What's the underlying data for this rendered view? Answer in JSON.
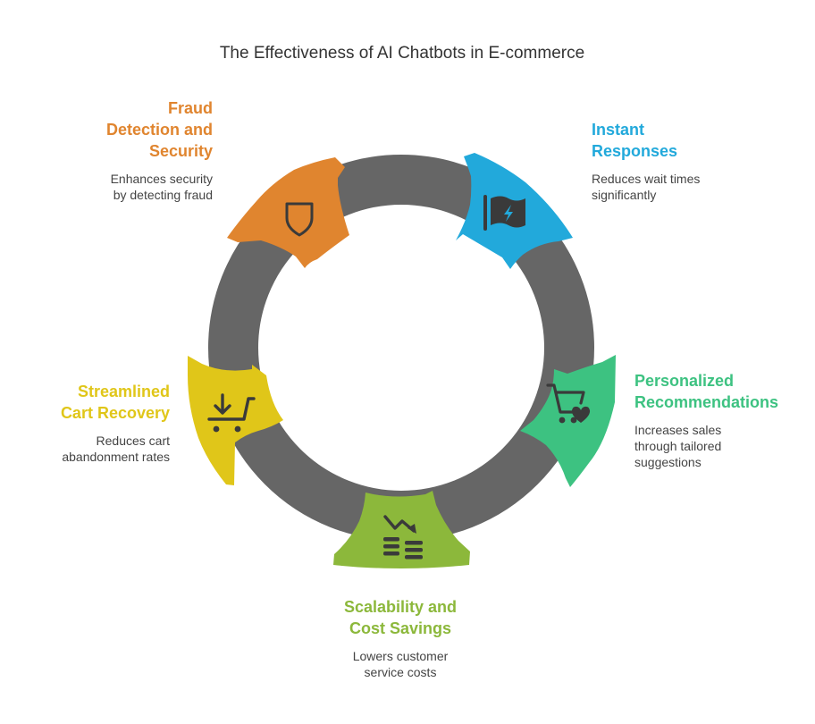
{
  "title": "The Effectiveness of AI Chatbots in E-commerce",
  "colors": {
    "ring": "#666666",
    "fraud": "#E0852F",
    "instant": "#22A9DB",
    "personalized": "#3DC281",
    "scalability": "#8CB83B",
    "cart": "#E0C619",
    "icon": "#3a3a3a"
  },
  "stages": [
    {
      "id": "fraud",
      "heading": [
        "Fraud",
        "Detection and",
        "Security"
      ],
      "description": [
        "Enhances security",
        "by detecting fraud"
      ],
      "icon": "shield-check-icon"
    },
    {
      "id": "instant",
      "heading": [
        "Instant",
        "Responses"
      ],
      "description": [
        "Reduces wait times",
        "significantly"
      ],
      "icon": "flag-bolt-icon"
    },
    {
      "id": "personalized",
      "heading": [
        "Personalized",
        "Recommendations"
      ],
      "description": [
        "Increases sales",
        "through tailored",
        "suggestions"
      ],
      "icon": "cart-heart-icon"
    },
    {
      "id": "scalability",
      "heading": [
        "Scalability and",
        "Cost Savings"
      ],
      "description": [
        "Lowers customer",
        "service costs"
      ],
      "icon": "trend-down-coins-icon"
    },
    {
      "id": "cart",
      "heading": [
        "Streamlined",
        "Cart Recovery"
      ],
      "description": [
        "Reduces cart",
        "abandonment rates"
      ],
      "icon": "cart-arrow-down-icon"
    }
  ]
}
